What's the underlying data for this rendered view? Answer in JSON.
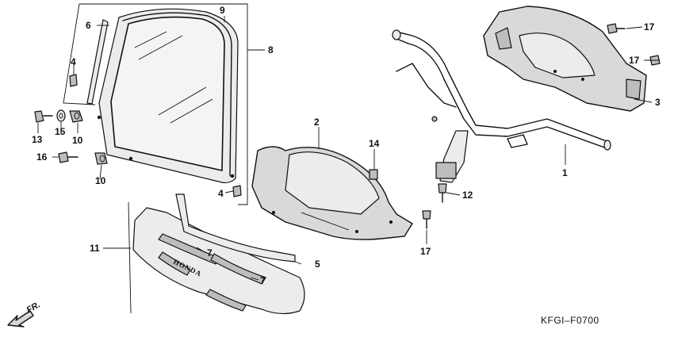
{
  "diagram": {
    "drawing_code": "KFGI–F0700",
    "front_arrow": "FR.",
    "brand_mark": "HONDA",
    "callouts": {
      "p1": "1",
      "p2": "2",
      "p3": "3",
      "p4a": "4",
      "p4b": "4",
      "p5": "5",
      "p6": "6",
      "p7a": "7",
      "p7b": "7",
      "p8": "8",
      "p9": "9",
      "p10a": "10",
      "p10b": "10",
      "p11": "11",
      "p12": "12",
      "p13": "13",
      "p14": "14",
      "p15": "15",
      "p16": "16",
      "p17a": "17",
      "p17b": "17",
      "p17c": "17"
    }
  }
}
